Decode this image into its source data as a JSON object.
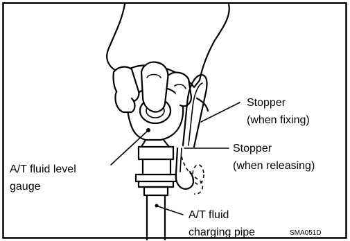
{
  "labels": {
    "stopper_fixing_line1": "Stopper",
    "stopper_fixing_line2": "(when fixing)",
    "stopper_releasing_line1": "Stopper",
    "stopper_releasing_line2": "(when releasing)",
    "gauge_line1": "A/T fluid level",
    "gauge_line2": "gauge",
    "pipe_line1": "A/T fluid",
    "pipe_line2": "charging pipe",
    "figure_code": "SMA051D"
  }
}
